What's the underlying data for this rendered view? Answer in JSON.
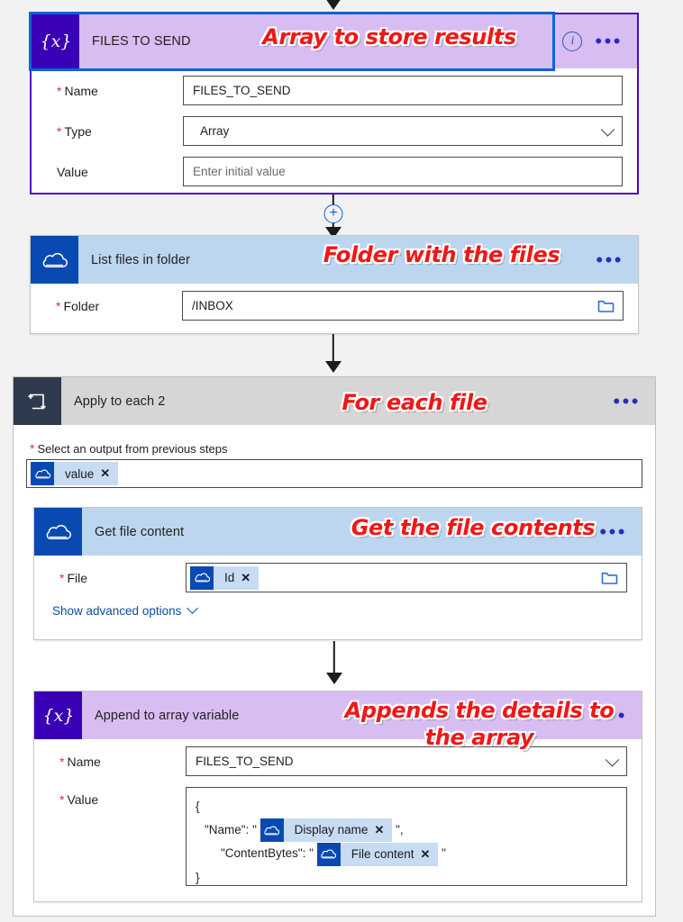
{
  "app": {
    "name": "Power Automate flow designer",
    "canvas_background": "#f2f2f2"
  },
  "colors": {
    "variable_header": "#d8bdf2",
    "variable_icon": "#3a00b5",
    "onedrive_header": "#bcd6f0",
    "onedrive_icon": "#094ab2",
    "loop_header": "#d6d6d6",
    "loop_icon": "#2e3a4d",
    "selection_border": "#1261d6",
    "selected_card_border": "#4b0acb",
    "annotation_red": "#f21616",
    "required_asterisk": "#d13438",
    "token_chip": "#c7dcf3",
    "link_blue": "#0b4ea2"
  },
  "steps": [
    {
      "id": "initialize-variable",
      "title": "FILES TO SEND",
      "icon": "variable-braces-icon",
      "selected": true,
      "annotation": "Array to store results",
      "actions": [
        "info-icon",
        "more-options-icon"
      ],
      "fields": [
        {
          "label": "Name",
          "required": true,
          "type": "text",
          "value": "FILES_TO_SEND",
          "placeholder": ""
        },
        {
          "label": "Type",
          "required": true,
          "type": "dropdown",
          "value": "Array",
          "placeholder": ""
        },
        {
          "label": "Value",
          "required": false,
          "type": "text",
          "value": "",
          "placeholder": "Enter initial value"
        }
      ]
    },
    {
      "id": "list-files-in-folder",
      "title": "List files in folder",
      "icon": "onedrive-cloud-icon",
      "annotation": "Folder with the files",
      "actions": [
        "more-options-icon"
      ],
      "fields": [
        {
          "label": "Folder",
          "required": true,
          "type": "text-with-picker",
          "value": "/INBOX",
          "placeholder": ""
        }
      ]
    },
    {
      "id": "apply-to-each-2",
      "title": "Apply to each 2",
      "icon": "loop-repeat-icon",
      "annotation": "For each file",
      "actions": [
        "more-options-icon"
      ],
      "subtitle": {
        "label": "Select an output from previous steps",
        "required": true
      },
      "token": {
        "text": "value",
        "icon": "onedrive-cloud-icon",
        "remove": "✕"
      }
    },
    {
      "id": "get-file-content",
      "title": "Get file content",
      "icon": "onedrive-cloud-icon",
      "annotation": "Get the file contents",
      "actions": [
        "more-options-icon"
      ],
      "fields": [
        {
          "label": "File",
          "required": true,
          "type": "token-with-picker",
          "token": {
            "text": "Id",
            "icon": "onedrive-cloud-icon",
            "remove": "✕"
          }
        }
      ],
      "advanced_link": "Show advanced options"
    },
    {
      "id": "append-to-array-variable",
      "title": "Append to array variable",
      "icon": "variable-braces-icon",
      "annotation": "Appends the details to the array",
      "actions": [
        "more-options-icon"
      ],
      "fields": [
        {
          "label": "Name",
          "required": true,
          "type": "dropdown",
          "value": "FILES_TO_SEND",
          "placeholder": ""
        },
        {
          "label": "Value",
          "required": true,
          "type": "json-editor"
        }
      ],
      "json_value": {
        "line1": "{",
        "line2_prefix": "\"Name\": \"",
        "line2_token": {
          "text": "Display name",
          "icon": "onedrive-cloud-icon",
          "remove": "✕"
        },
        "line2_suffix": "\",",
        "line3_prefix": "\"ContentBytes\": \"",
        "line3_token": {
          "text": "File content",
          "icon": "onedrive-cloud-icon",
          "remove": "✕"
        },
        "line3_suffix": "\"",
        "line4": "}"
      }
    }
  ],
  "connectors": [
    {
      "id": "connector-top",
      "has_plus": false
    },
    {
      "id": "connector-var-to-list",
      "has_plus": true,
      "plus_label": "+"
    },
    {
      "id": "connector-list-to-loop",
      "has_plus": false
    },
    {
      "id": "connector-getfile-to-append",
      "has_plus": false
    }
  ]
}
